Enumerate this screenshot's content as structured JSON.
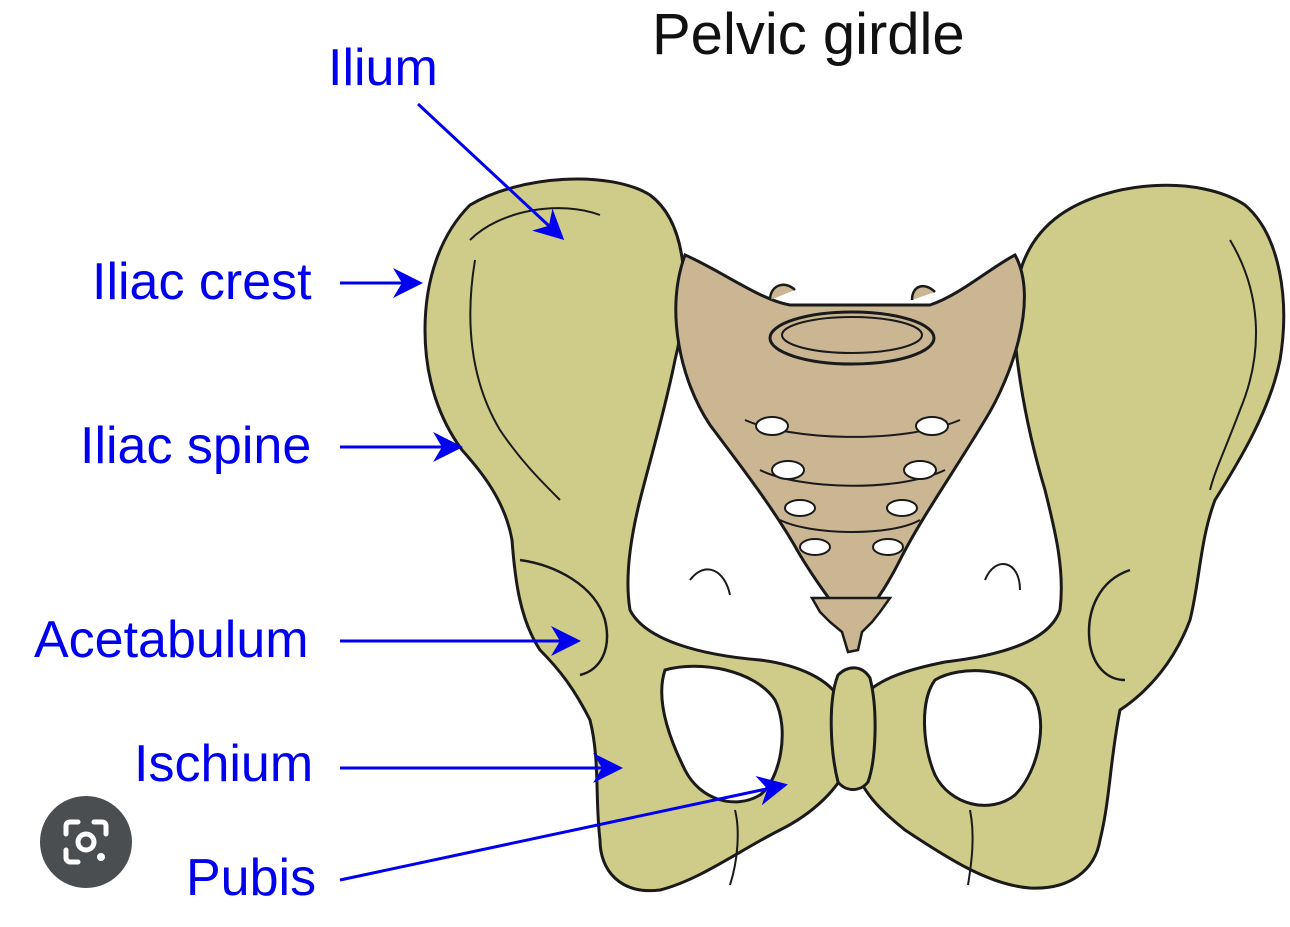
{
  "diagram": {
    "title": "Pelvic girdle",
    "labels": {
      "ilium": "Ilium",
      "iliac_crest": "Iliac crest",
      "iliac_spine": "Iliac spine",
      "acetabulum": "Acetabulum",
      "ischium": "Ischium",
      "pubis": "Pubis"
    }
  },
  "colors": {
    "hip_bone": "#cfcc8a",
    "sacrum": "#cbb694",
    "outline": "#1a1a1a",
    "label_text": "#0000ee",
    "arrow": "#0000ee",
    "title_text": "#111111"
  },
  "overlay": {
    "lens_button_icon": "google-lens-icon"
  }
}
